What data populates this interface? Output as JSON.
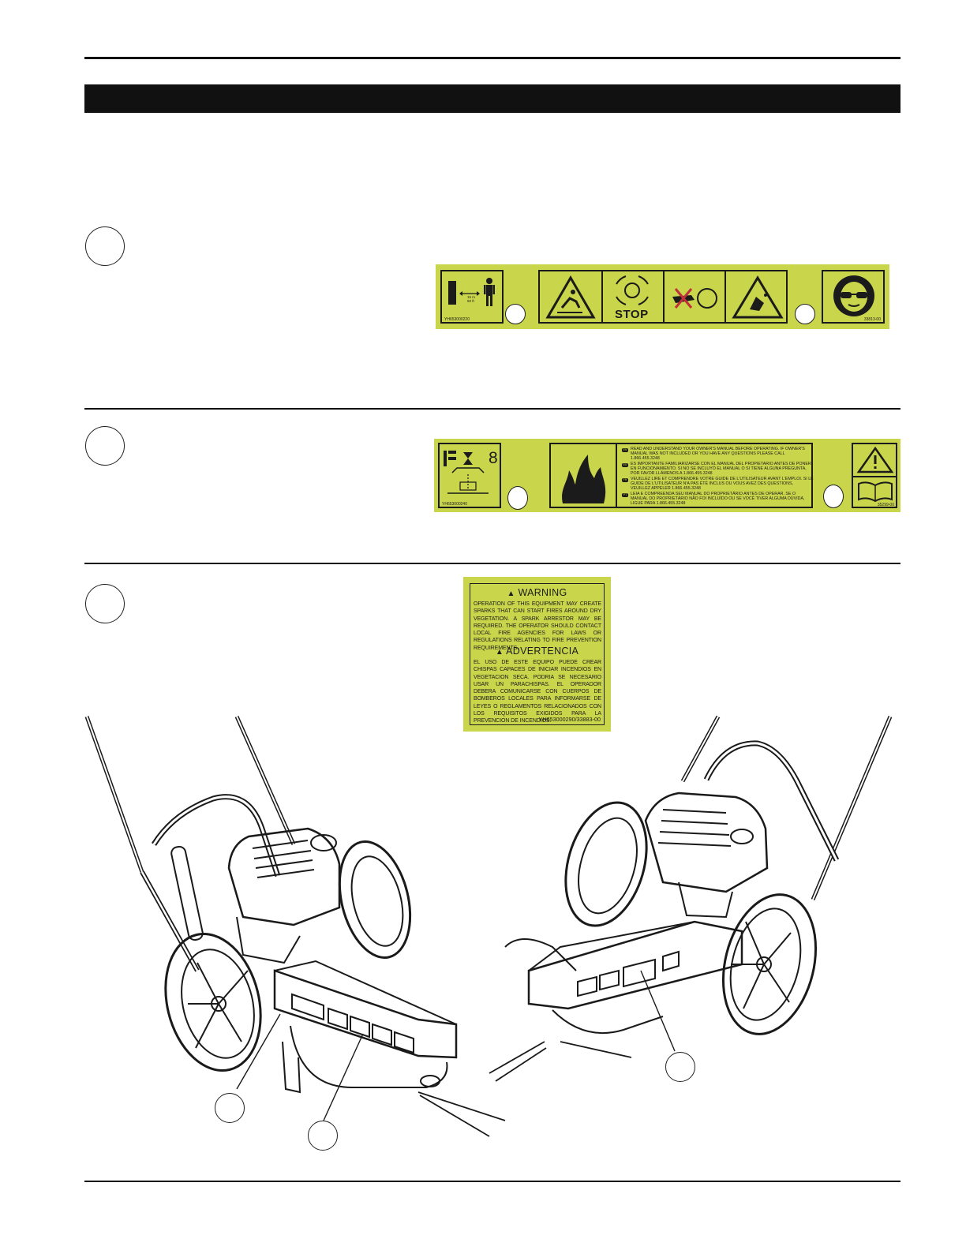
{
  "decals": {
    "decal1": {
      "left_part_number": "YH653000220",
      "distance_text": "15 m\n50 ft",
      "stop_label": "STOP",
      "right_part_number": "33813-00"
    },
    "decal2": {
      "left_part_number": "YH653000240",
      "capacity": "8",
      "right_part_number": "35299-00",
      "languages": [
        {
          "code": "EN",
          "text": "READ AND UNDERSTAND YOUR OWNER'S MANUAL BEFORE OPERATING. IF OWNER'S MANUAL WAS NOT INCLUDED OR YOU HAVE ANY QUESTIONS PLEASE CALL 1.866.455.3248"
        },
        {
          "code": "ES",
          "text": "ES IMPORTANTE FAMILIARIZARSE CON EL MANUAL DEL PROPIETARIO ANTES DE PONER EN FUNCIONAMIENTO. SI NO SE INCLUYÓ EL MANUAL O SI TIENE ALGUNA PREGUNTA, POR FAVOR LLÁMENOS A 1.866.455.3248"
        },
        {
          "code": "FR",
          "text": "VEUILLEZ LIRE ET COMPRENDRE VOTRE GUIDE DE L'UTILISATEUR AVANT L'EMPLOI. SI LE GUIDE DE L'UTILISATEUR N'A PAS ÉTÉ INCLUS OU VOUS AVEZ DES QUESTIONS, VEUILLEZ APPELER 1.866.455.3248"
        },
        {
          "code": "PT",
          "text": "LEIA E COMPREENDA SEU MANUAL DO PROPRIETÁRIO ANTES DE OPERAR. SE O MANUAL DO PROPRIETÁRIO NÃO FOI INCLUÍDO OU SE VOCÊ TIVER ALGUMA DÚVIDA, LIGUE PARA 1.866.455.3248"
        }
      ]
    },
    "decal3": {
      "warning_title": "WARNING",
      "warning_text": "OPERATION OF THIS EQUIPMENT MAY CREATE SPARKS THAT CAN START FIRES AROUND DRY VEGETATION. A SPARK ARRESTOR MAY BE REQUIRED. THE OPERATOR SHOULD CONTACT LOCAL FIRE AGENCIES FOR LAWS OR REGULATIONS RELATING TO FIRE PREVENTION REQUIREMENTS.",
      "advertencia_title": "ADVERTENCIA",
      "advertencia_text": "EL USO DE ESTE EQUIPO PUEDE CREAR CHISPAS CAPACES DE INICIAR INCENDIOS EN VEGETACION SECA. PODRIA SE NECESARIO USAR UN PARACHISPAS. EL OPERADOR DEBERA COMUNICARSE CON CUERPOS DE BOMBEROS LOCALES PARA INFORMARSE DE LEYES O REGLAMENTOS RELACIONADOS CON LOS REQUISITOS EXIGIDOS PARA LA PREVENCION DE INCENDIOS.",
      "part_number": "YH653000290/33883-00"
    }
  },
  "colors": {
    "decal_yellow": "#c9d54a",
    "ink": "#1b1b1b",
    "header_bar": "#111111"
  }
}
